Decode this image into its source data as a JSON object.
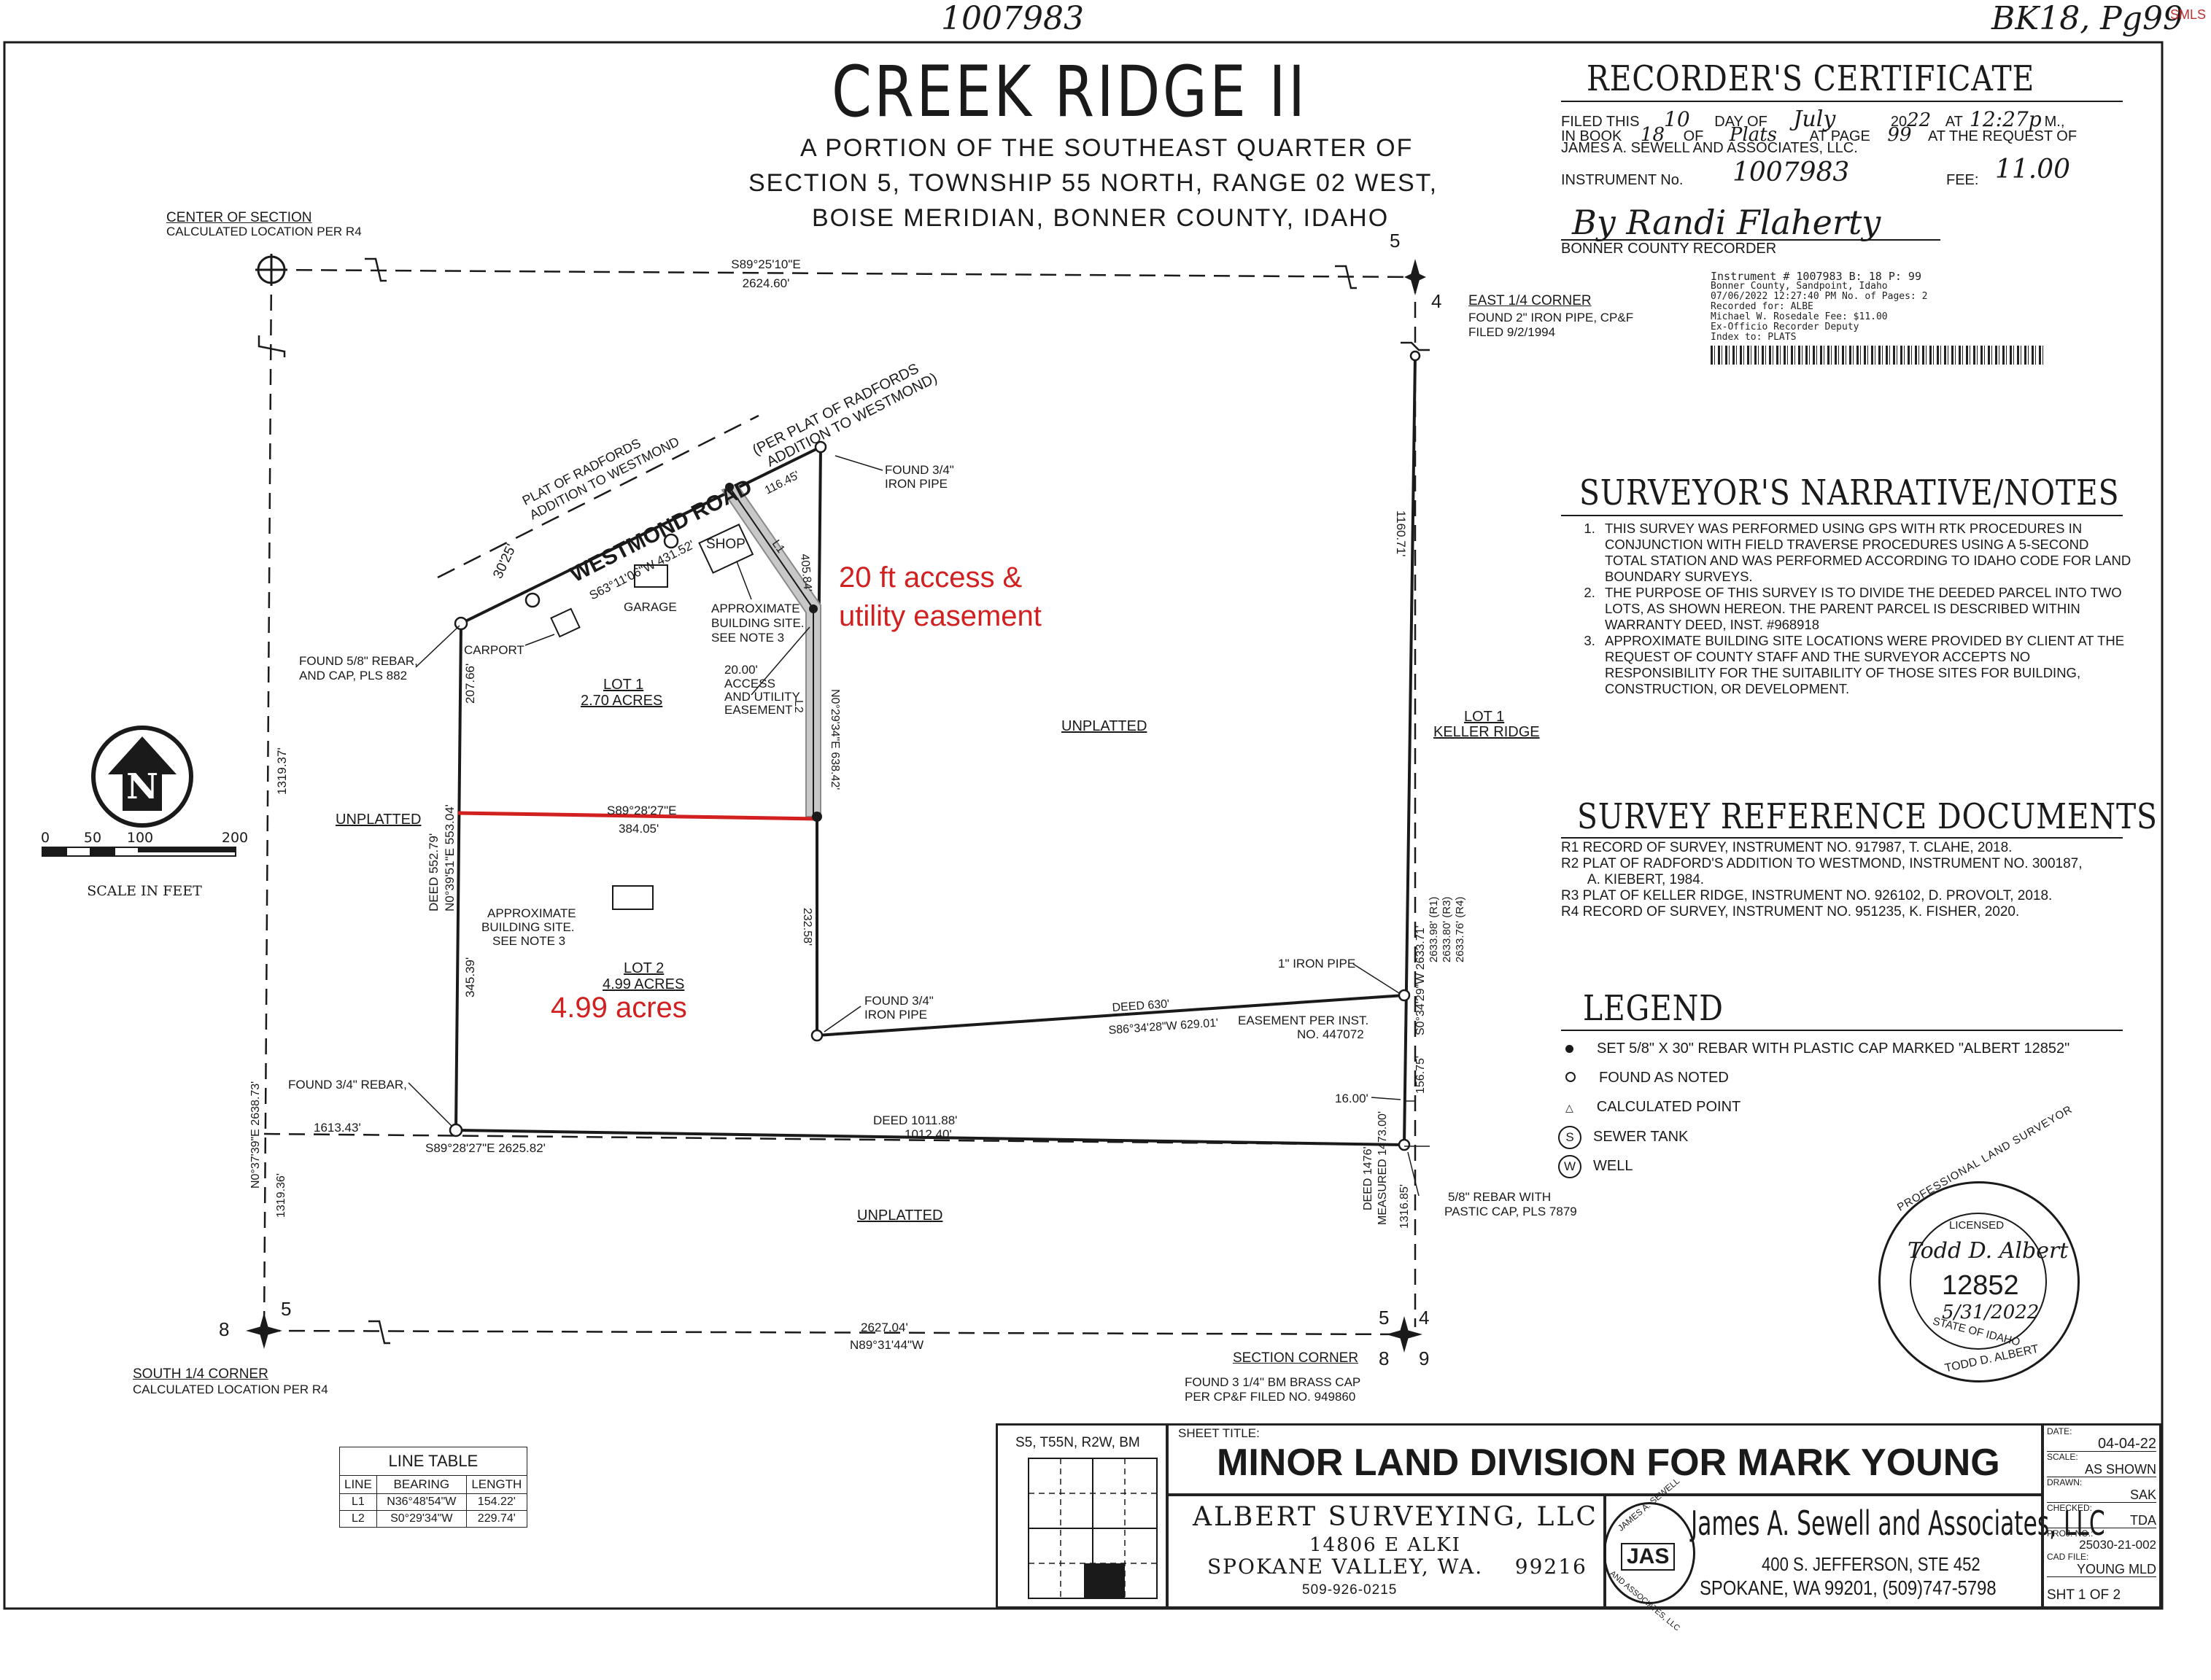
{
  "top_annotations": {
    "instrument_handwritten": "1007983",
    "book_page_handwritten": "BK18, Pg99",
    "corner_tag": "SMLS"
  },
  "title": {
    "name": "CREEK RIDGE II",
    "line1": "A PORTION OF THE SOUTHEAST QUARTER OF",
    "line2": "SECTION 5, TOWNSHIP 55 NORTH, RANGE 02 WEST,",
    "line3": "BOISE MERIDIAN, BONNER COUNTY, IDAHO"
  },
  "recorders_certificate": {
    "heading": "RECORDER'S CERTIFICATE",
    "filed_this": "FILED THIS",
    "day": "10",
    "day_of": "DAY OF",
    "month": "July",
    "year_prefix": "20",
    "year": "22",
    "at": "AT",
    "time": "12:27p",
    "meridiem": "M.,",
    "in_book": "IN BOOK",
    "book": "18",
    "of": "OF",
    "record_type": "Plats",
    "at_page": "AT PAGE",
    "page": "99",
    "request": "AT THE REQUEST OF",
    "requester": "JAMES A. SEWELL AND ASSOCIATES, LLC.",
    "instrument_label": "INSTRUMENT No.",
    "instrument_no": "1007983",
    "fee_label": "FEE:",
    "fee": "11.00",
    "signature": "By Randi Flaherty",
    "recorder_label": "BONNER COUNTY RECORDER"
  },
  "stamp": {
    "line1": "Instrument # 1007983   B: 18 P: 99",
    "line2": "Bonner County, Sandpoint, Idaho",
    "line3": "07/06/2022 12:27:40 PM  No. of Pages: 2",
    "line4": "Recorded for: ALBE",
    "line5": "Michael W. Rosedale    Fee: $11.00",
    "line6": "Ex-Officio Recorder  Deputy",
    "line7": "Index to: PLATS"
  },
  "narrative": {
    "heading": "SURVEYOR'S NARRATIVE/NOTES",
    "notes": [
      "THIS SURVEY WAS PERFORMED USING GPS WITH RTK PROCEDURES IN CONJUNCTION WITH FIELD TRAVERSE PROCEDURES USING A 5-SECOND TOTAL STATION AND WAS PERFORMED ACCORDING TO IDAHO CODE FOR LAND BOUNDARY SURVEYS.",
      "THE PURPOSE OF THIS SURVEY IS TO DIVIDE THE DEEDED PARCEL INTO TWO LOTS, AS SHOWN HEREON.  THE PARENT PARCEL IS DESCRIBED WITHIN WARRANTY DEED, INST. #968918",
      "APPROXIMATE BUILDING SITE LOCATIONS WERE PROVIDED BY CLIENT AT THE REQUEST OF COUNTY STAFF AND THE SURVEYOR ACCEPTS NO RESPONSIBILITY FOR THE SUITABILITY OF THOSE SITES FOR BUILDING, CONSTRUCTION, OR DEVELOPMENT."
    ]
  },
  "references": {
    "heading": "SURVEY REFERENCE DOCUMENTS",
    "items": [
      "R1   RECORD OF SURVEY, INSTRUMENT NO. 917987, T. CLAHE, 2018.",
      "R2   PLAT OF RADFORD'S ADDITION TO WESTMOND, INSTRUMENT NO. 300187,",
      "       A. KIEBERT, 1984.",
      "R3   PLAT OF KELLER RIDGE, INSTRUMENT NO. 926102, D. PROVOLT, 2018.",
      "R4   RECORD OF SURVEY, INSTRUMENT NO. 951235, K. FISHER, 2020."
    ]
  },
  "legend": {
    "heading": "LEGEND",
    "items": [
      {
        "symbol": "filled-dot",
        "text": "SET 5/8\" X 30\" REBAR WITH PLASTIC CAP MARKED \"ALBERT 12852\""
      },
      {
        "symbol": "open-circle",
        "text": "FOUND AS NOTED"
      },
      {
        "symbol": "triangle",
        "text": "CALCULATED POINT"
      },
      {
        "symbol": "S",
        "text": "SEWER TANK"
      },
      {
        "symbol": "W",
        "text": "WELL"
      }
    ]
  },
  "seal": {
    "top": "PROFESSIONAL LAND SURVEYOR",
    "licensed": "LICENSED",
    "number": "12852",
    "date": "5/31/2022",
    "state": "STATE OF IDAHO",
    "name": "TODD D. ALBERT",
    "signature": "Todd D. Albert"
  },
  "plat_labels": {
    "center_section": "CENTER OF SECTION",
    "center_section_sub": "CALCULATED LOCATION PER R4",
    "north_bearing": "S89°25'10\"E",
    "north_distance": "2624.60'",
    "sec5_top": "5",
    "sec4_top": "4",
    "east_corner": "EAST 1/4 CORNER",
    "east_corner_sub1": "FOUND 2\" IRON PIPE, CP&F",
    "east_corner_sub2": "FILED 9/2/1994",
    "radfords": "PLAT OF RADFORDS",
    "radfords2": "ADDITION TO WESTMOND",
    "per_plat": "(PER PLAT OF RADFORDS",
    "per_plat2": "ADDITION TO WESTMOND)",
    "road": "WESTMOND ROAD",
    "road_bearing": "S63°11'06\"W 431.52'",
    "road_width": "30'25'",
    "dist_116": "116.45'",
    "found_pipe": "FOUND 3/4\"",
    "found_pipe2": "IRON PIPE",
    "shop": "SHOP",
    "l1": "L1",
    "dist_405": "405.84'",
    "access_red1": "20 ft access &",
    "access_red2": "utility easement",
    "garage": "GARAGE",
    "approx_site": "APPROXIMATE",
    "approx_site2": "BUILDING SITE.",
    "approx_site3": "SEE NOTE 3",
    "carport": "CARPORT",
    "found_rebar": "FOUND 5/8\" REBAR,",
    "found_rebar2": "AND CAP, PLS 882",
    "easement1": "20.00'",
    "easement2": "ACCESS",
    "easement3": "AND UTILITY",
    "easement4": "EASEMENT",
    "lot1": "LOT 1",
    "lot1_area": "2.70 ACRES",
    "l2": "L2",
    "bearing_638": "N0°29'34\"E 638.42'",
    "unplatted_center": "UNPLATTED",
    "dist_1160": "1160.71'",
    "keller1": "LOT 1",
    "keller2": "KELLER RIDGE",
    "dist_207": "207.66'",
    "dist_1319_top": "1319.37'",
    "unplatted_west": "UNPLATTED",
    "divide_bearing": "S89°28'27\"E",
    "divide_distance": "384.05'",
    "deed_552": "DEED 552.79'",
    "west_bearing": "N0°39'51\"E 553.04'",
    "approx_b1": "APPROXIMATE",
    "approx_b2": "BUILDING SITE.",
    "approx_b3": "SEE NOTE 3",
    "dist_232": "232.58'",
    "lot2": "LOT 2",
    "lot2_area": "4.99 ACRES",
    "lot2_red": "4.99 acres",
    "dist_345": "345.39'",
    "found_pipe_b1": "FOUND 3/4\"",
    "found_pipe_b2": "IRON PIPE",
    "deed_630": "DEED 630'",
    "south_bearing": "S86°34'28\"W 629.01'",
    "iron_pipe_1": "1\" IRON PIPE",
    "easement_per": "EASEMENT PER  INST.",
    "easement_per2": "NO. 447072",
    "east_bearing": "S0°34'29\"W 2633.71'",
    "r1": "2633.98' (R1)",
    "r3": "2633.80' (R3)",
    "r4": "2633.76' (R4)",
    "dist_156": "156.75'",
    "dist_16": "16.00'",
    "found_rebar_34": "FOUND 3/4\" REBAR,",
    "dist_1613": "1613.43'",
    "deed_1011": "DEED 1011.88'",
    "dist_1012": "1012.40'",
    "bottom_bearing": "S89°28'27\"E 2625.82'",
    "west_full_bearing": "N0°37'39\"E 2638.73'",
    "dist_1319_bot": "1319.36'",
    "unplatted_south": "UNPLATTED",
    "deed_1476": "DEED 1476'",
    "measured_1473": "MEASURED 1473.00'",
    "dist_1316": "1316.85'",
    "rebar_7879": "5/8\" REBAR WITH",
    "rebar_7879_2": "PASTIC CAP, PLS 7879",
    "sec8": "8",
    "sec5_bl": "5",
    "south_corner": "SOUTH 1/4 CORNER",
    "south_corner_sub": "CALCULATED LOCATION PER R4",
    "south_dist": "2627.04'",
    "south_bearing_line": "N89°31'44\"W",
    "sec5_br": "5",
    "sec4_br": "4",
    "sec8_br": "8",
    "sec9_br": "9",
    "section_corner": "SECTION CORNER",
    "section_corner_sub1": "FOUND 3 1/4\" BM BRASS CAP",
    "section_corner_sub2": "PER CP&F FILED NO. 949860"
  },
  "north_arrow": {
    "letter": "N"
  },
  "scale": {
    "ticks": [
      "0",
      "50",
      "100",
      "200"
    ],
    "label": "SCALE IN FEET"
  },
  "line_table": {
    "title": "LINE TABLE",
    "headers": [
      "LINE",
      "BEARING",
      "LENGTH"
    ],
    "rows": [
      [
        "L1",
        "N36°48'54\"W",
        "154.22'"
      ],
      [
        "L2",
        "S0°29'34\"W",
        "229.74'"
      ]
    ]
  },
  "title_block": {
    "section_ref": "S5, T55N, R2W, BM",
    "sheet_title_label": "SHEET TITLE:",
    "sheet_title": "MINOR LAND DIVISION FOR MARK YOUNG",
    "firm1_name": "ALBERT SURVEYING, LLC",
    "firm1_addr1": "14806 E ALKI",
    "firm1_addr2": "SPOKANE VALLEY, WA.    99216",
    "firm1_phone": "509-926-0215",
    "jas_logo": "JAS",
    "jas_ring_top": "JAMES A. SEWELL",
    "jas_ring_bot": "AND ASSOCIATES, LLC",
    "firm2_name": "James A. Sewell and Associates, LLC",
    "firm2_addr1": "400 S. JEFFERSON, STE 452",
    "firm2_addr2": "SPOKANE, WA 99201, (509)747-5798",
    "date_label": "DATE:",
    "date": "04-04-22",
    "scale_label": "SCALE:",
    "scale": "AS SHOWN",
    "drawn_label": "DRAWN:",
    "drawn": "SAK",
    "checked_label": "CHECKED:",
    "checked": "TDA",
    "proj_label": "PROJ. NO.:",
    "proj": "25030-21-002",
    "cad_label": "CAD FILE:",
    "cad": "YOUNG MLD",
    "sheet": "SHT 1 OF 2"
  },
  "colors": {
    "highlight": "#d21f1f",
    "line": "#1a1a1a",
    "easement": "#c8c8c8"
  }
}
